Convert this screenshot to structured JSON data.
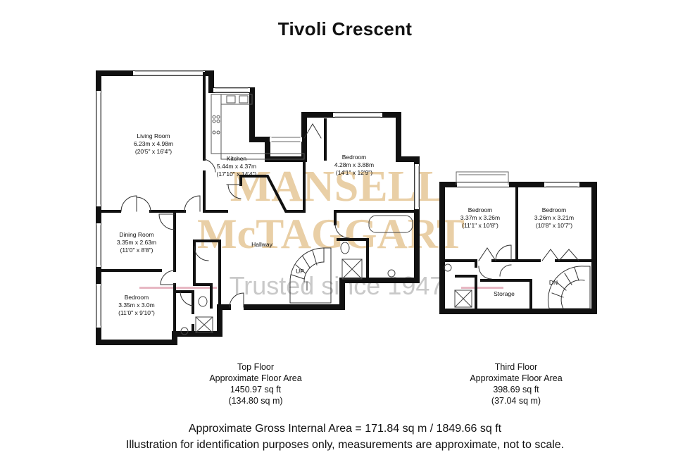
{
  "title": "Tivoli Crescent",
  "watermark": {
    "line1": "MANSELL",
    "line2": "McTAGGART",
    "line3": "Trusted since 1947"
  },
  "rooms": {
    "living": {
      "name": "Living Room",
      "metric": "6.23m x 4.98m",
      "imperial": "(20'5\" x 16'4\")"
    },
    "kitchen": {
      "name": "Kitchen",
      "metric": "5.44m x 4.37m",
      "imperial": "(17'10\" x 14'4\")"
    },
    "bed1": {
      "name": "Bedroom",
      "metric": "4.28m x 3.88m",
      "imperial": "(14'1\" x 12'9\")"
    },
    "dining": {
      "name": "Dining Room",
      "metric": "3.35m x 2.63m",
      "imperial": "(11'0\" x 8'8\")"
    },
    "hallway": {
      "name": "Hallway"
    },
    "bed2": {
      "name": "Bedroom",
      "metric": "3.35m x 3.0m",
      "imperial": "(11'0\" x 9'10\")"
    },
    "bed3": {
      "name": "Bedroom",
      "metric": "3.37m x 3.26m",
      "imperial": "(11'1\" x 10'8\")"
    },
    "bed4": {
      "name": "Bedroom",
      "metric": "3.26m x 3.21m",
      "imperial": "(10'8\" x 10'7\")"
    },
    "storage": {
      "name": "Storage"
    },
    "up": "UP",
    "dn": "DN"
  },
  "floors": {
    "top": {
      "name": "Top Floor",
      "area_label": "Approximate Floor Area",
      "sqft": "1450.97 sq ft",
      "sqm": "(134.80 sq m)"
    },
    "third": {
      "name": "Third Floor",
      "area_label": "Approximate Floor Area",
      "sqft": "398.69 sq ft",
      "sqm": "(37.04 sq m)"
    }
  },
  "footer": {
    "gross": "Approximate Gross Internal Area = 171.84 sq m / 1849.66 sq ft",
    "disclaimer": "Illustration for identification purposes only, measurements are approximate, not to scale."
  },
  "colors": {
    "wall": "#111111",
    "watermark": "#e9cfa6",
    "watermark_rule": "#e7b7c3",
    "watermark_tagline": "#c9c9c9"
  }
}
